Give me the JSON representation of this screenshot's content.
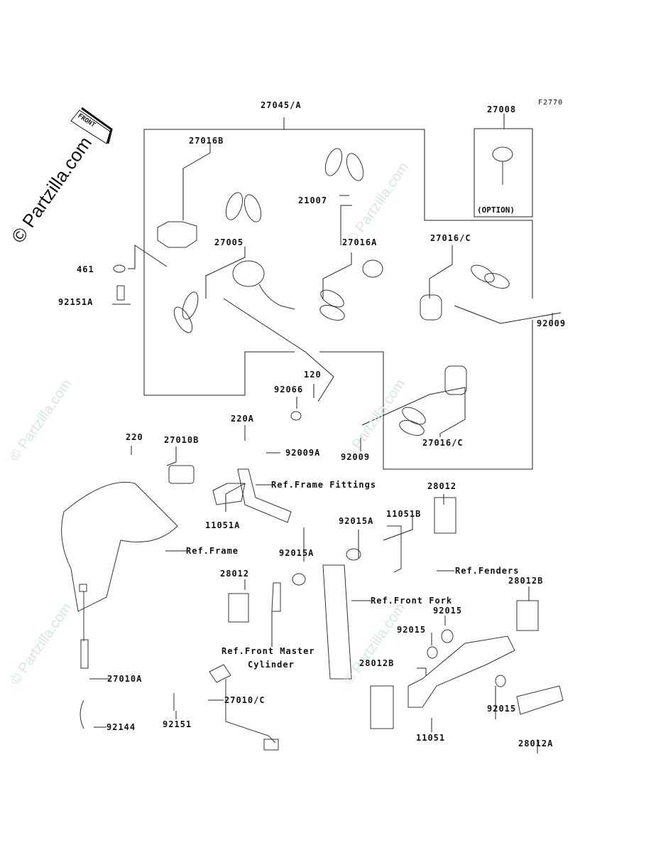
{
  "diagram": {
    "figure_code": "F2770",
    "watermark": "© Partzilla.com",
    "front_indicator": "FRONT",
    "option_note": "(OPTION)",
    "labels": {
      "p27045A": "27045/A",
      "p27008": "27008",
      "p27016B": "27016B",
      "p21007": "21007",
      "p461": "461",
      "p92151A": "92151A",
      "p27005": "27005",
      "p27016A": "27016A",
      "p27016C_top": "27016/C",
      "p92009_right": "92009",
      "p120": "120",
      "p92066": "92066",
      "p220A": "220A",
      "p220": "220",
      "p27010B": "27010B",
      "p92009A": "92009A",
      "p92009_mid": "92009",
      "p27016C_bottom": "27016/C",
      "ref_frame_fittings": "Ref.Frame Fittings",
      "p11051A": "11051A",
      "ref_frame": "Ref.Frame",
      "p28012_right": "28012",
      "p11051B": "11051B",
      "p92015A_right": "92015A",
      "p92015A_left": "92015A",
      "ref_fenders": "Ref.Fenders",
      "p28012_left": "28012",
      "ref_front_fork": "Ref.Front Fork",
      "p28012B_right": "28012B",
      "p92015_upper": "92015",
      "p92015_mid": "92015",
      "ref_front_master_1": "Ref.Front Master",
      "ref_front_master_2": "Cylinder",
      "p28012B_left": "28012B",
      "p27010A": "27010A",
      "p27010C": "27010/C",
      "p92015_lower": "92015",
      "p92151": "92151",
      "p92144": "92144",
      "p11051": "11051",
      "p28012A": "28012A"
    }
  }
}
